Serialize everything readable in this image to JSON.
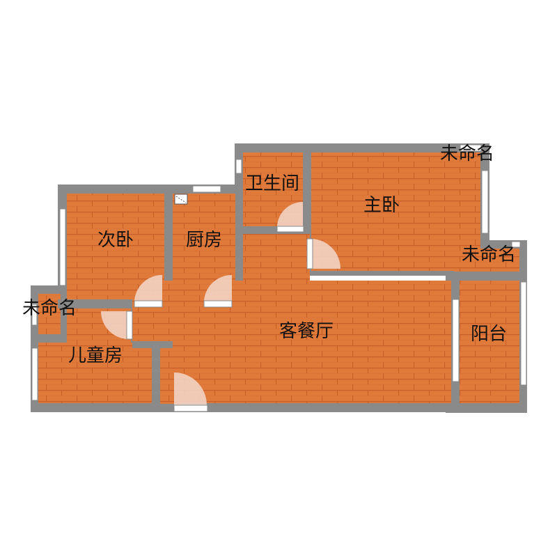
{
  "colors": {
    "wall": "#8a8a8a",
    "floor": "#e07a3a",
    "floor_stripe": "#c9602a",
    "window": "#ffffff",
    "door_arc": "#f3d8cc",
    "label": "#111111"
  },
  "rooms": {
    "master_bedroom": "主卧",
    "bathroom": "卫生间",
    "second_bedroom": "次卧",
    "kitchen": "厨房",
    "living_dining": "客餐厅",
    "kids_room": "儿童房",
    "balcony": "阳台",
    "unnamed_top_right": "未命名",
    "unnamed_right_mid": "未命名",
    "unnamed_left": "未命名"
  }
}
